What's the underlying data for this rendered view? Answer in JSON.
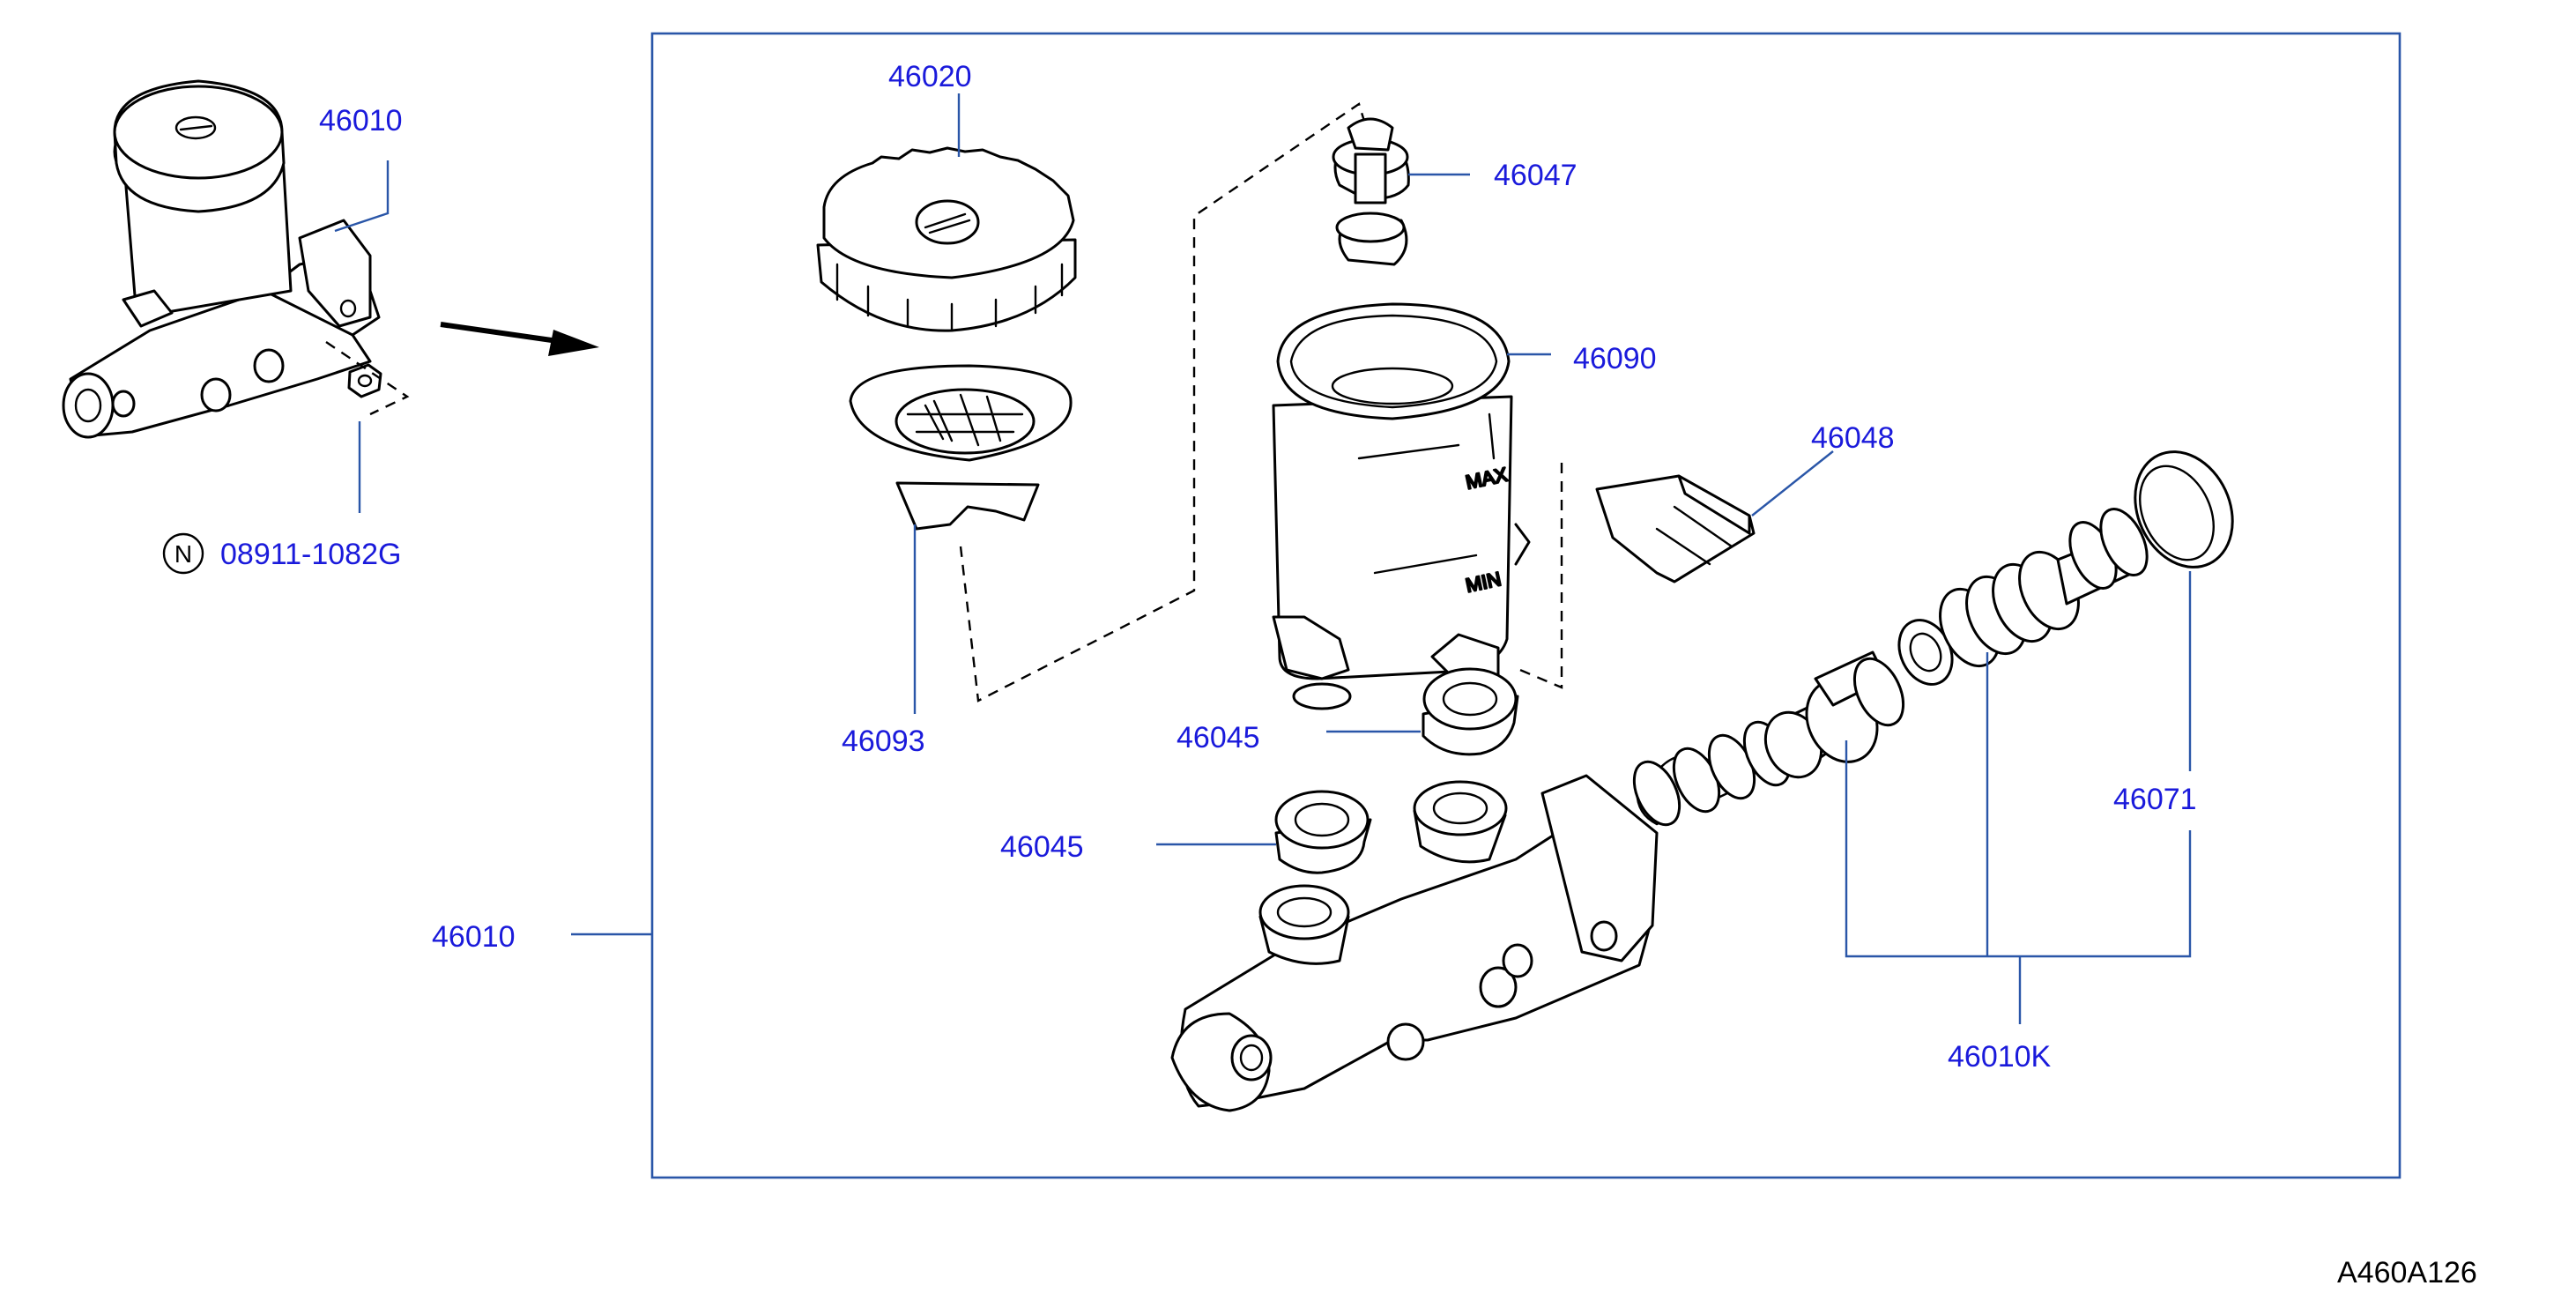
{
  "diagram": {
    "reference_code": "A460A126",
    "callouts": {
      "assy_overview": "46010",
      "nut": "08911-1082G",
      "cap": "46020",
      "strainer": "46093",
      "connector_top": "46047",
      "reservoir": "46090",
      "pin": "46048",
      "grommet_upper": "46045",
      "grommet_lower": "46045",
      "body_assy": "46010",
      "seal_ring": "46071",
      "repair_kit": "46010K"
    },
    "nut_marker": "N",
    "reservoir_marks": {
      "max": "MAX",
      "min": "MIN"
    },
    "colors": {
      "callout": "#1a1adb",
      "leader": "#2a56a8",
      "line": "#000000"
    }
  }
}
